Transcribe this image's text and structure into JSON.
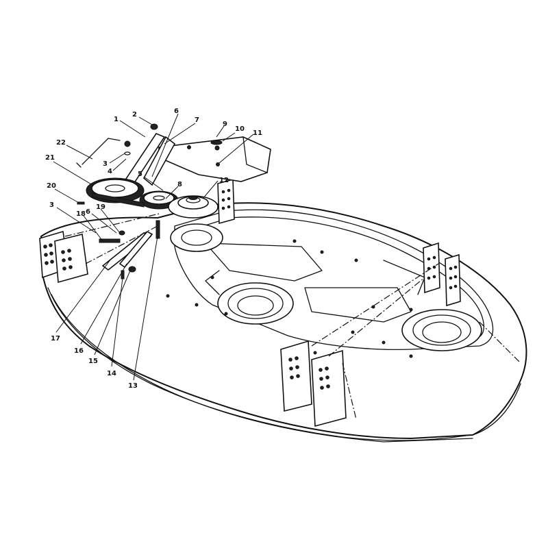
{
  "callouts": [
    {
      "label": "1"
    },
    {
      "label": "2"
    },
    {
      "label": "6"
    },
    {
      "label": "7"
    },
    {
      "label": "9"
    },
    {
      "label": "10"
    },
    {
      "label": "11"
    },
    {
      "label": "22"
    },
    {
      "label": "3"
    },
    {
      "label": "4"
    },
    {
      "label": "21"
    },
    {
      "label": "5"
    },
    {
      "label": "8"
    },
    {
      "label": "12"
    },
    {
      "label": "20"
    },
    {
      "label": "3"
    },
    {
      "label": "6"
    },
    {
      "label": "19"
    },
    {
      "label": "18"
    },
    {
      "label": "17"
    },
    {
      "label": "16"
    },
    {
      "label": "15"
    },
    {
      "label": "14"
    },
    {
      "label": "13"
    }
  ]
}
